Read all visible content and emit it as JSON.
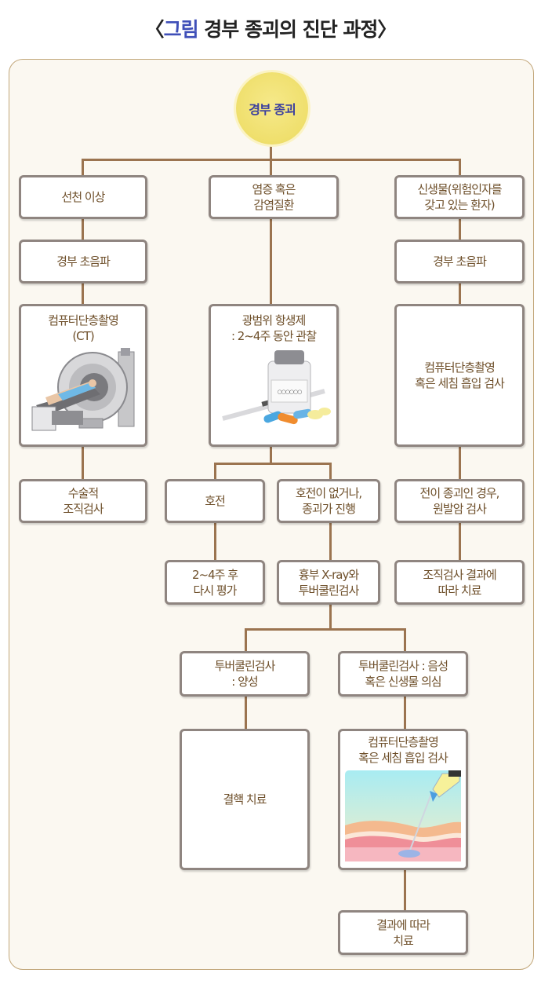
{
  "title": {
    "bracket_open": "〈",
    "accent": "그림",
    "text": " 경부 종괴의 진단 과정",
    "bracket_close": "〉"
  },
  "colors": {
    "accent": "#3f4fb8",
    "connector": "#9b7450",
    "node_border": "#8f8580",
    "node_text": "#6e4f2a",
    "panel_bg": "#fbf8f1",
    "root_fill": "#efdf6c"
  },
  "root": {
    "label": "경부 종괴"
  },
  "left": {
    "n1": {
      "lines": [
        "선천 이상"
      ]
    },
    "n2": {
      "lines": [
        "경부 초음파"
      ]
    },
    "n3": {
      "lines": [
        "컴퓨터단층촬영",
        "(CT)"
      ],
      "illustration": "ct-scanner-illustration"
    },
    "n4": {
      "lines": [
        "수술적",
        "조직검사"
      ]
    }
  },
  "middle": {
    "n1": {
      "lines": [
        "염증 혹은",
        "감염질환"
      ]
    },
    "n2": {
      "lines": [
        "광범위 항생제",
        ": 2~4주 동안 관찰"
      ],
      "illustration": "antibiotics-illustration"
    },
    "improve": {
      "lines": [
        "호전"
      ]
    },
    "improve_next": {
      "lines": [
        "2~4주 후",
        "다시 평가"
      ]
    },
    "no_improve": {
      "lines": [
        "호전이 없거나,",
        "종괴가 진행"
      ]
    },
    "no_improve_next": {
      "lines": [
        "흉부 X-ray와",
        "투버쿨린검사"
      ]
    },
    "tb_pos": {
      "lines": [
        "투버쿨린검사",
        ": 양성"
      ]
    },
    "tb_pos_next": {
      "lines": [
        "결핵 치료"
      ]
    },
    "tb_neg": {
      "lines": [
        "투버쿨린검사 : 음성",
        "혹은 신생물 의심"
      ]
    },
    "tb_neg_next": {
      "lines": [
        "컴퓨터단층촬영",
        "혹은 세침 흡입 검사"
      ],
      "illustration": "needle-aspiration-illustration"
    },
    "final": {
      "lines": [
        "결과에 따라",
        "치료"
      ]
    }
  },
  "right": {
    "n1": {
      "lines": [
        "신생물(위험인자를",
        "갖고 있는 환자)"
      ]
    },
    "n2": {
      "lines": [
        "경부 초음파"
      ]
    },
    "n3": {
      "lines": [
        "컴퓨터단층촬영",
        "혹은 세침 흡입 검사"
      ]
    },
    "n4": {
      "lines": [
        "전이 종괴인 경우,",
        "원발암 검사"
      ]
    },
    "n5": {
      "lines": [
        "조직검사 결과에",
        "따라 치료"
      ]
    }
  }
}
